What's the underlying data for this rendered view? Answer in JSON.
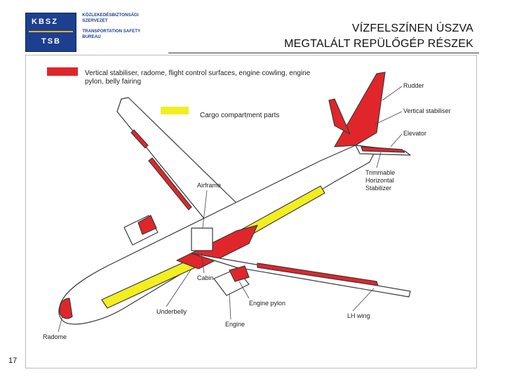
{
  "logo": {
    "badge_top": "KBSZ",
    "badge_bottom": "TSB",
    "org_hu_1": "KÖZLEKEDÉSBIZTONSÁGI",
    "org_hu_2": "SZERVEZET",
    "org_en_1": "TRANSPORTATION SAFETY",
    "org_en_2": "BUREAU"
  },
  "title": {
    "line1": "VÍZFELSZÍNEN ÚSZVA",
    "line2": "MEGTALÁLT REPÜLŐGÉP RÉSZEK"
  },
  "legend": {
    "red_label_1": "Vertical stabiliser, radome, flight control surfaces, engine cowling, engine",
    "red_label_2": "pylon, belly fairing",
    "yellow_label": "Cargo compartment parts"
  },
  "callouts": {
    "rudder": "Rudder",
    "vertical_stabiliser": "Vertical stabiliser",
    "elevator": "Elevator",
    "ths_1": "Trimmable",
    "ths_2": "Horizontal",
    "ths_3": "Stabilizer",
    "airframe": "Airframe",
    "cabin": "Cabin",
    "engine_pylon": "Engine pylon",
    "underbelly": "Underbelly",
    "lh_wing": "LH wing",
    "engine": "Engine",
    "radome": "Radome"
  },
  "colors": {
    "red": "#e0262b",
    "yellow": "#f2ee20",
    "outline": "#3a3a3a",
    "fill": "#ffffff"
  },
  "page_number": "17"
}
